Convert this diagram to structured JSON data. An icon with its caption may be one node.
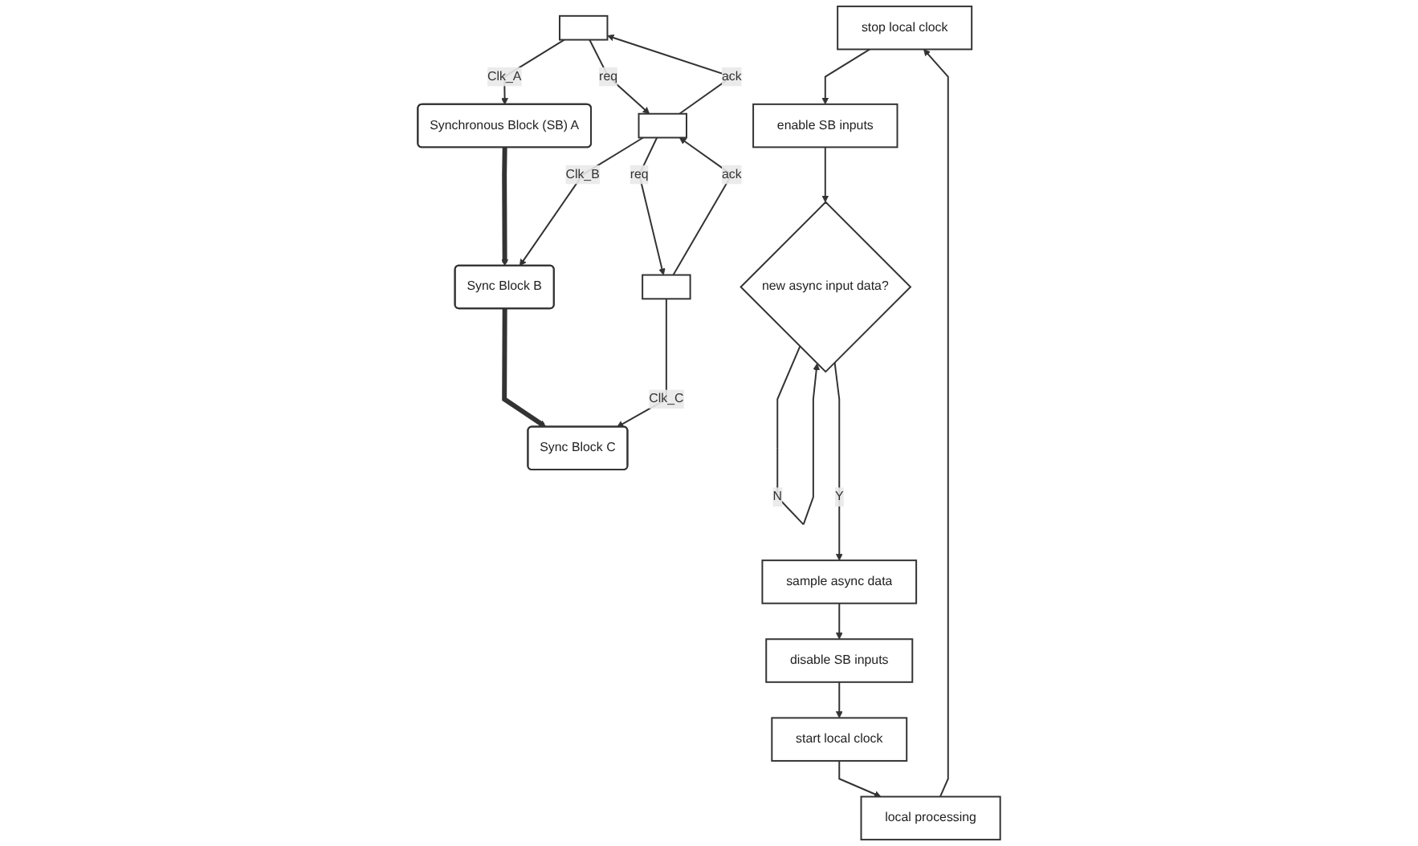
{
  "diagram": {
    "nodes": [
      {
        "text": [
          "stop local clock"
        ]
      },
      {
        "text": [
          "enable SB inputs"
        ]
      },
      {
        "text": [
          "new async input data?"
        ]
      },
      {
        "text": [
          "sample async data"
        ]
      },
      {
        "text": [
          "disable SB inputs"
        ]
      },
      {
        "text": [
          "start local clock"
        ]
      },
      {
        "text": [
          "local processing"
        ]
      },
      {
        "text": [
          "Synchronous Block (SB) A"
        ]
      },
      {
        "text": [
          "Sync Block B"
        ]
      },
      {
        "text": [
          "Sync Block C"
        ]
      },
      {
        "text": [],
        "shape": "box"
      },
      {
        "text": [],
        "shape": "box"
      },
      {
        "text": [],
        "shape": "box"
      }
    ],
    "edges": [
      {
        "from": 0,
        "to": 1,
        "arrow": "to"
      },
      {
        "from": 1,
        "to": 2,
        "arrow": "to"
      },
      {
        "from": 2,
        "to": 2,
        "arrow": "to",
        "label": "N"
      },
      {
        "from": 2,
        "to": 3,
        "arrow": "to",
        "label": "Y"
      },
      {
        "from": 3,
        "to": 4,
        "arrow": "to"
      },
      {
        "from": 4,
        "to": 5,
        "arrow": "to"
      },
      {
        "from": 5,
        "to": 6,
        "arrow": "to"
      },
      {
        "from": 6,
        "to": 0,
        "arrow": "to"
      },
      {
        "from": 7,
        "to": 8,
        "arrow": "to",
        "style": "thick"
      },
      {
        "from": 8,
        "to": 9,
        "arrow": "to",
        "style": "thick"
      },
      {
        "from": 10,
        "to": 7,
        "arrow": "to",
        "label": "Clk_A"
      },
      {
        "from": 11,
        "to": 8,
        "arrow": "to",
        "label": "Clk_B"
      },
      {
        "from": 12,
        "to": 9,
        "arrow": "to",
        "label": "Clk_C"
      },
      {
        "from": 11,
        "to": 10,
        "arrow": "to",
        "label": "ack"
      },
      {
        "from": 10,
        "to": 11,
        "arrow": "to",
        "label": "req"
      },
      {
        "from": 12,
        "to": 11,
        "arrow": "to",
        "label": "ack"
      },
      {
        "from": 11,
        "to": 12,
        "arrow": "to",
        "label": "req"
      }
    ]
  }
}
